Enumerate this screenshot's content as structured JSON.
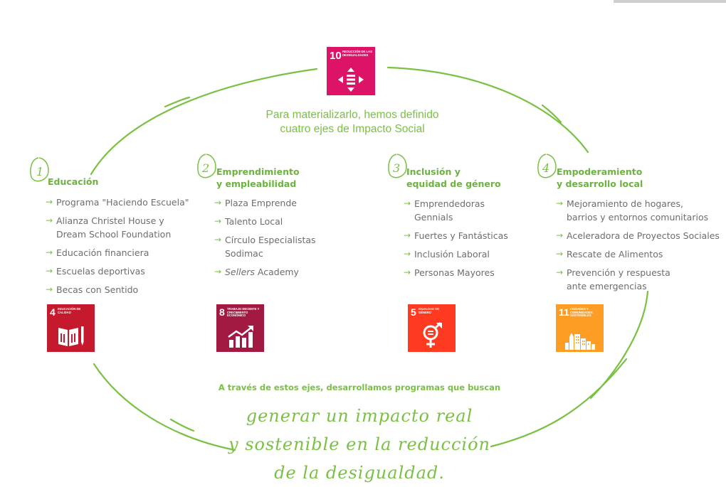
{
  "colors": {
    "accent_green": "#7ac143",
    "sdg4": "#c5192d",
    "sdg5": "#ff3a21",
    "sdg8": "#a21942",
    "sdg10": "#dd1367",
    "sdg11": "#fd9d24",
    "text_gray": "#6d6d6d"
  },
  "sdg_top": {
    "number": "10",
    "label": "Reducción de las desigualdades",
    "icon": "reduced-inequalities-icon"
  },
  "intro": {
    "line1": "Para materializarlo, hemos definido",
    "line2": "cuatro ejes de Impacto Social"
  },
  "axes": [
    {
      "number": "1",
      "title_lines": [
        "Educación"
      ],
      "items": [
        {
          "lines": [
            "Programa \"Haciendo Escuela\""
          ]
        },
        {
          "lines": [
            "Alianza Christel House y",
            "Dream School Foundation"
          ]
        },
        {
          "lines": [
            "Educación financiera"
          ]
        },
        {
          "lines": [
            "Escuelas deportivas"
          ]
        },
        {
          "lines": [
            "Becas con Sentido"
          ]
        }
      ],
      "sdg": {
        "number": "4",
        "label": "Educación de calidad",
        "icon": "book-pencil-icon"
      }
    },
    {
      "number": "2",
      "title_lines": [
        "Emprendimiento",
        "y empleabilidad"
      ],
      "items": [
        {
          "lines": [
            "Plaza Emprende"
          ]
        },
        {
          "lines": [
            "Talento Local"
          ]
        },
        {
          "lines": [
            "Círculo Especialistas",
            "Sodimac"
          ]
        },
        {
          "italic": "Sellers",
          "rest": " Academy"
        }
      ],
      "sdg": {
        "number": "8",
        "label": "Trabajo decente y crecimiento económico",
        "icon": "growth-chart-icon"
      }
    },
    {
      "number": "3",
      "title_lines": [
        "Inclusión y",
        "equidad de género"
      ],
      "items": [
        {
          "lines": [
            "Emprendedoras",
            "Gennials"
          ]
        },
        {
          "lines": [
            "Fuertes y Fantásticas"
          ]
        },
        {
          "lines": [
            "Inclusión Laboral"
          ]
        },
        {
          "lines": [
            "Personas Mayores"
          ]
        }
      ],
      "sdg": {
        "number": "5",
        "label": "Igualdad de género",
        "icon": "gender-equality-icon"
      }
    },
    {
      "number": "4",
      "title_lines": [
        "Empoderamiento",
        "y desarrollo local"
      ],
      "items": [
        {
          "lines": [
            "Mejoramiento de hogares,",
            "barrios y entornos comunitarios"
          ]
        },
        {
          "lines": [
            "Aceleradora de Proyectos Sociales"
          ]
        },
        {
          "lines": [
            "Rescate de Alimentos"
          ]
        },
        {
          "lines": [
            "Prevención y respuesta",
            "ante emergencias"
          ]
        }
      ],
      "sdg": {
        "number": "11",
        "label": "Ciudades y comunidades sostenibles",
        "icon": "city-buildings-icon"
      }
    }
  ],
  "summary": "A través de estos ejes, desarrollamos programas que buscan",
  "slogan": {
    "line1": "generar un impacto real",
    "line2": "y sostenible en la reducción",
    "line3": "de la desigualdad."
  }
}
